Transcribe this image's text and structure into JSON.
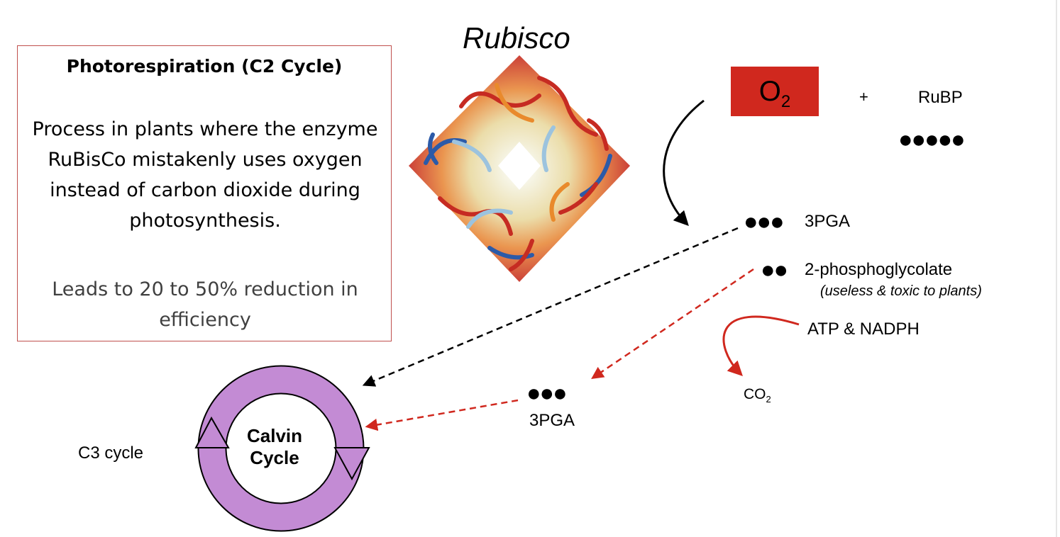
{
  "info_box": {
    "title": "Photorespiration (C2 Cycle)",
    "description": "Process in plants where the enzyme RuBisCo mistakenly uses oxygen instead of carbon dioxide during photosynthesis.",
    "note": "Leads to 20 to 50% reduction in efficiency"
  },
  "enzyme": {
    "title": "Rubisco"
  },
  "reactants": {
    "oxygen": "O",
    "oxygen_sub": "2",
    "plus": "+",
    "rubp": "RuBP",
    "rubp_dots": "●●●●●"
  },
  "products": {
    "pga_dots": "●●●",
    "pga": "3PGA",
    "phosphoglycolate_dots": "●●",
    "phosphoglycolate": "2-phosphoglycolate",
    "phosphoglycolate_note": "(useless & toxic to plants)"
  },
  "recycling": {
    "energy": "ATP & NADPH",
    "co2": "CO",
    "co2_sub": "2",
    "pga_dots": "●●●",
    "pga": "3PGA"
  },
  "calvin": {
    "line1": "Calvin",
    "line2": "Cycle",
    "side_label": "C3 cycle"
  },
  "colors": {
    "accent_red": "#d0281e",
    "box_border": "#c0504d",
    "cycle_fill": "#c38bd4"
  }
}
